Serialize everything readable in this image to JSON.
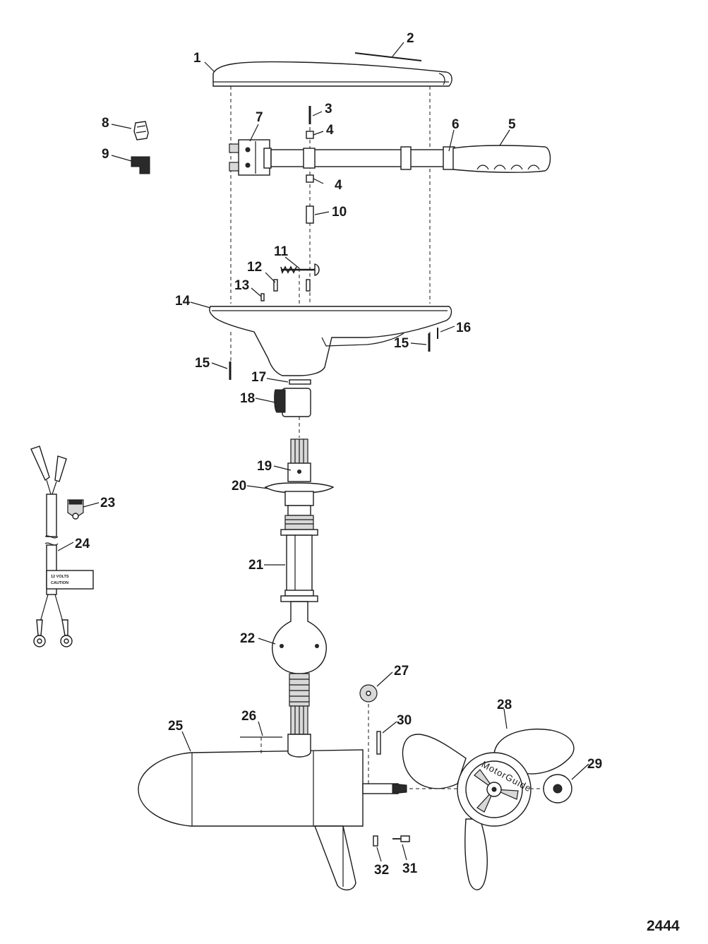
{
  "diagram": {
    "figure_number": "2444",
    "brand_label": "MotorGuide",
    "cable_tag_line1": "12 VOLTS",
    "cable_tag_line2": "CAUTION",
    "callouts": {
      "c1": "1",
      "c2": "2",
      "c3": "3",
      "c4a": "4",
      "c4b": "4",
      "c5": "5",
      "c6": "6",
      "c7": "7",
      "c8": "8",
      "c9": "9",
      "c10": "10",
      "c11": "11",
      "c12": "12",
      "c13": "13",
      "c14": "14",
      "c15a": "15",
      "c15b": "15",
      "c16": "16",
      "c17": "17",
      "c18": "18",
      "c19": "19",
      "c20": "20",
      "c21": "21",
      "c22": "22",
      "c23": "23",
      "c24": "24",
      "c25": "25",
      "c26": "26",
      "c27": "27",
      "c28": "28",
      "c29": "29",
      "c30": "30",
      "c31": "31",
      "c32": "32"
    }
  }
}
